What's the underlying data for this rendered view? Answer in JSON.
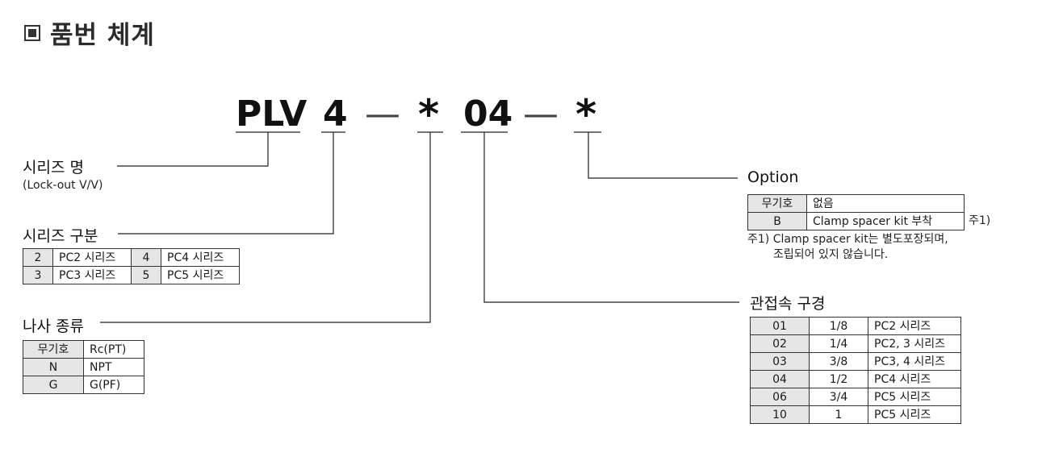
{
  "title": "품번 체계",
  "code": {
    "series": "PLV",
    "size": "4",
    "dash1": "—",
    "thread": "*",
    "port": "04",
    "dash2": "—",
    "option": "*"
  },
  "series_name": {
    "label": "시리즈 명",
    "sub": "(Lock-out V/V)"
  },
  "series_class": {
    "label": "시리즈 구분",
    "rows": [
      [
        "2",
        "PC2 시리즈",
        "4",
        "PC4 시리즈"
      ],
      [
        "3",
        "PC3 시리즈",
        "5",
        "PC5 시리즈"
      ]
    ]
  },
  "thread_type": {
    "label": "나사 종류",
    "rows": [
      [
        "무기호",
        "Rc(PT)"
      ],
      [
        "N",
        "NPT"
      ],
      [
        "G",
        "G(PF)"
      ]
    ]
  },
  "option": {
    "label": "Option",
    "rows": [
      [
        "무기호",
        "없음"
      ],
      [
        "B",
        "Clamp spacer kit 부착"
      ]
    ],
    "row_note": "주1)",
    "footnote_line1": "주1) Clamp spacer kit는 별도포장되며,",
    "footnote_line2": "조립되어 있지 않습니다."
  },
  "port_size": {
    "label": "관접속 구경",
    "rows": [
      [
        "01",
        "1/8",
        "PC2 시리즈"
      ],
      [
        "02",
        "1/4",
        "PC2, 3 시리즈"
      ],
      [
        "03",
        "3/8",
        "PC3, 4 시리즈"
      ],
      [
        "04",
        "1/2",
        "PC4 시리즈"
      ],
      [
        "06",
        "3/4",
        "PC5 시리즈"
      ],
      [
        "10",
        "1",
        "PC5 시리즈"
      ]
    ]
  }
}
